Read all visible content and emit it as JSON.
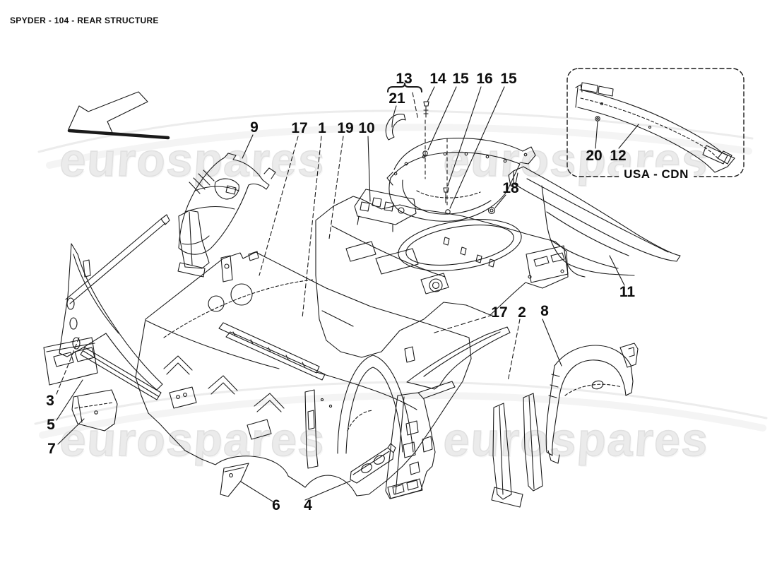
{
  "header": {
    "title": "SPYDER - 104 - REAR STRUCTURE"
  },
  "watermark": {
    "text": "eurospares"
  },
  "inset": {
    "label": "USA - CDN"
  },
  "callouts": {
    "c9": "9",
    "c17a": "17",
    "c1": "1",
    "c19": "19",
    "c10": "10",
    "c13": "13",
    "c21": "21",
    "c14": "14",
    "c15a": "15",
    "c16": "16",
    "c15b": "15",
    "c18": "18",
    "c20": "20",
    "c12": "12",
    "c11": "11",
    "c17b": "17",
    "c2": "2",
    "c8": "8",
    "c3": "3",
    "c5": "5",
    "c7": "7",
    "c6": "6",
    "c4": "4"
  },
  "colors": {
    "line": "#1a1a1a",
    "label": "#0d0d0d",
    "watermark": "#ebebeb",
    "background": "#ffffff"
  }
}
